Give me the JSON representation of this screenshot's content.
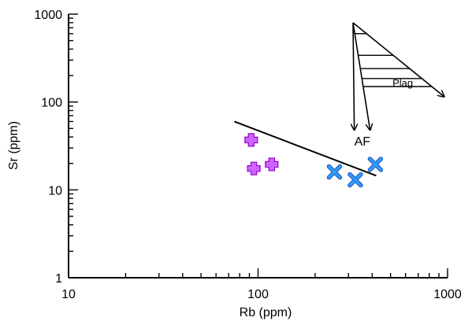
{
  "chart_data": {
    "type": "scatter",
    "title": "",
    "xlabel": "Rb (ppm)",
    "ylabel": "Sr (ppm)",
    "xscale": "log",
    "yscale": "log",
    "xlim": [
      10,
      1000
    ],
    "ylim": [
      1,
      1000
    ],
    "x_ticks": [
      {
        "value": 10,
        "label": "10"
      },
      {
        "value": 100,
        "label": "100"
      },
      {
        "value": 1000,
        "label": "1000"
      }
    ],
    "y_ticks": [
      {
        "value": 1,
        "label": "1"
      },
      {
        "value": 10,
        "label": "10"
      },
      {
        "value": 100,
        "label": "100"
      },
      {
        "value": 1000,
        "label": "1000"
      }
    ],
    "grid": false,
    "legend": false,
    "series": [
      {
        "marker": "plus",
        "color": "#cc66ff",
        "edge_color": "#9900cc",
        "points": [
          {
            "x": 92,
            "y": 37
          },
          {
            "x": 95,
            "y": 17.5
          },
          {
            "x": 118,
            "y": 19.5
          }
        ]
      },
      {
        "marker": "x",
        "color": "#3399ff",
        "points": [
          {
            "x": 253,
            "y": 16
          },
          {
            "x": 326,
            "y": 13
          },
          {
            "x": 416,
            "y": 19.5
          }
        ]
      }
    ],
    "annotations": {
      "trend_line": {
        "from": {
          "x": 75,
          "y": 60
        },
        "to": {
          "x": 420,
          "y": 14.5
        }
      },
      "vectors": {
        "origin": {
          "x": 317,
          "y": 800
        },
        "af_arrows": [
          {
            "to": {
              "x": 322,
              "y": 48
            }
          },
          {
            "to": {
              "x": 390,
              "y": 48
            }
          }
        ],
        "af_label": {
          "text": "AF",
          "x": 355,
          "y": 32
        },
        "plag_arrow": {
          "to": {
            "x": 960,
            "y": 115
          }
        },
        "plag_label": {
          "text": "Plag",
          "x": 580,
          "y": 150
        },
        "hatch_y_values": [
          600,
          340,
          240,
          185,
          150
        ]
      }
    }
  }
}
